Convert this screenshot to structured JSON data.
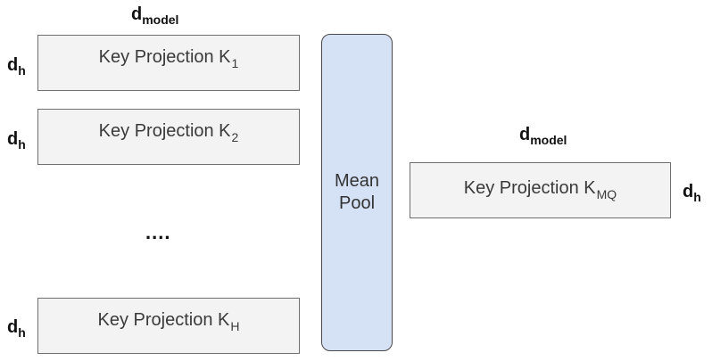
{
  "labels": {
    "d": "d",
    "model": "model",
    "h": "h"
  },
  "projections": [
    {
      "name": "Key Projection K",
      "sub": "1"
    },
    {
      "name": "Key Projection K",
      "sub": "2"
    },
    {
      "name": "Key Projection K",
      "sub": "H"
    }
  ],
  "ellipsis": "....",
  "pool": {
    "line1": "Mean",
    "line2": "Pool"
  },
  "mq_projection": {
    "name": "Key Projection K",
    "sub": "MQ"
  },
  "colors": {
    "pool_fill": "#d5e1f5",
    "box_fill": "#f3f3f3",
    "border": "#6f6f6f"
  }
}
